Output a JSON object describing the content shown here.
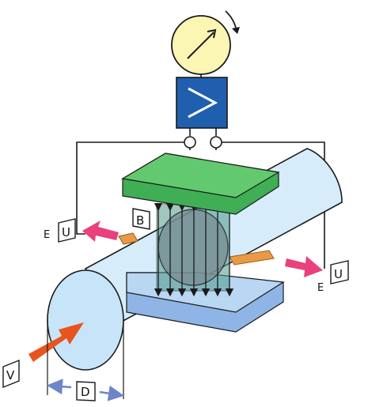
{
  "labels": {
    "left_box_letter": "U",
    "left_e": "E",
    "right_box_letter": "U",
    "right_e": "E",
    "b_label": "B",
    "v_label": "V",
    "d_label": "D"
  },
  "colors": {
    "pipe_fill": "#d6ecfb",
    "pipe_stroke": "#1a1a1a",
    "gauge_face": "#fbf6b4",
    "amplifier_fill": "#1f5fae",
    "magnet_top": "#4cc15c",
    "magnet_bottom": "#8fb4e6",
    "electrode_rod": "#e89a45",
    "emf_arrow": "#e8417c",
    "velocity_arrow": "#e8541e",
    "dimension_arrow": "#6d86c9"
  },
  "icons": {
    "gauge": "meter-dial-icon",
    "amplifier": "amplifier-symbol-icon",
    "rotation": "rotation-arrow-icon"
  }
}
